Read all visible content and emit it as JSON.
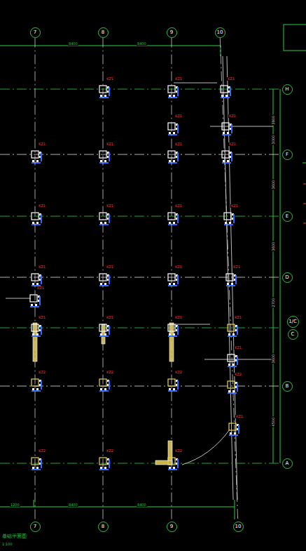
{
  "diagram": {
    "nodes": [
      {
        "text": [
          "7"
        ]
      },
      {
        "text": [
          "8"
        ]
      },
      {
        "text": [
          "9"
        ]
      },
      {
        "text": [
          "10"
        ]
      },
      {
        "text": [
          "H"
        ]
      },
      {
        "text": [
          "F"
        ]
      },
      {
        "text": [
          "E"
        ]
      },
      {
        "text": [
          "D"
        ]
      },
      {
        "text": [
          "1/C"
        ]
      },
      {
        "text": [
          "C"
        ]
      },
      {
        "text": [
          "B"
        ]
      },
      {
        "text": [
          "A"
        ]
      },
      {
        "text": [
          "7"
        ]
      },
      {
        "text": [
          "8"
        ]
      },
      {
        "text": [
          "9"
        ]
      },
      {
        "text": [
          "10"
        ]
      }
    ],
    "edges": [
      {
        "from": 0,
        "to": 12,
        "arrow": "none"
      },
      {
        "from": 1,
        "to": 13,
        "arrow": "none"
      },
      {
        "from": 2,
        "to": 14,
        "arrow": "none"
      },
      {
        "from": 3,
        "to": 15,
        "arrow": "none"
      }
    ],
    "labels": [
      "8400",
      "8400",
      "1200",
      "8400",
      "8400",
      "3900",
      "3000",
      "3600",
      "3600",
      "2700",
      "3600",
      "4500",
      "基础平面图",
      "1:100",
      "KZ1",
      "KZ1",
      "KZ1",
      "KZ1",
      "KZ1",
      "KZ1",
      "KZ1",
      "KZ1",
      "KZ1",
      "KZ1",
      "KZ1",
      "KZ1",
      "KZ1",
      "KZ1",
      "KZ1",
      "KZ1",
      "KZ1",
      "KZ1",
      "KZ1",
      "KZ1",
      "KZ1",
      "KZ1",
      "KZ1",
      "KZ2",
      "KZ2",
      "KZ2",
      "KZ2",
      "KZ1",
      "KZ2",
      "KZ2",
      "KZ2"
    ]
  }
}
